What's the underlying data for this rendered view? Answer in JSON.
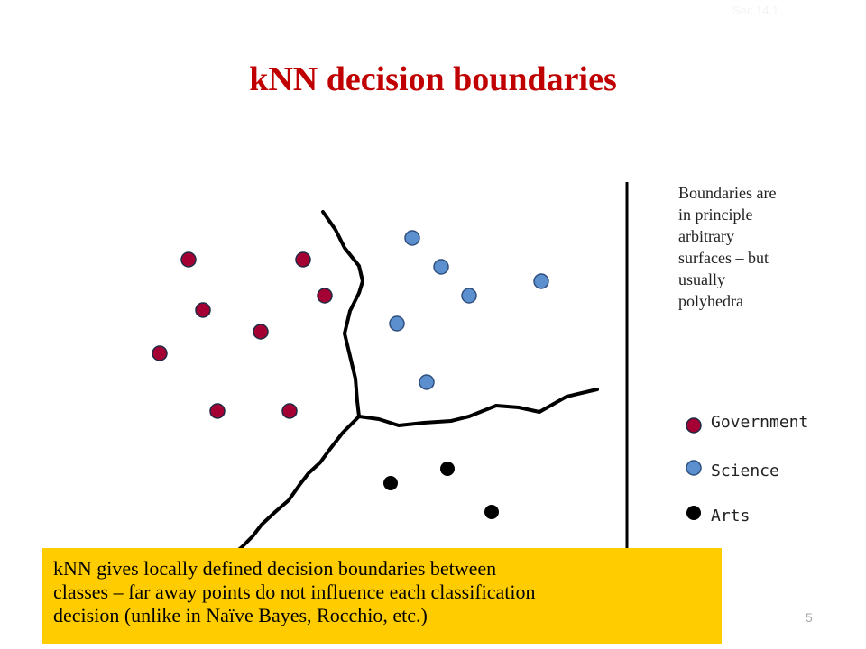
{
  "slide": {
    "section_tag": "Sec.14.1",
    "title": "kNN decision boundaries",
    "page_number": "5"
  },
  "annotation": {
    "lines": [
      "Boundaries are",
      "in principle",
      "arbitrary",
      "surfaces – but",
      "usually",
      "polyhedra"
    ]
  },
  "legend": [
    {
      "label": "Government",
      "color": "#a50034"
    },
    {
      "label": "Science",
      "color": "#5b8fce"
    },
    {
      "label": "Arts",
      "color": "#000000"
    }
  ],
  "callout": {
    "lines": [
      "kNN gives locally defined decision boundaries between",
      "classes – far away points do not influence each classification",
      "decision (unlike in Naïve Bayes, Rocchio, etc.)"
    ],
    "background": "#ffcc00"
  },
  "colors": {
    "title": "#c00000",
    "government": "#a50034",
    "science": "#5b8fce",
    "arts": "#000000"
  }
}
